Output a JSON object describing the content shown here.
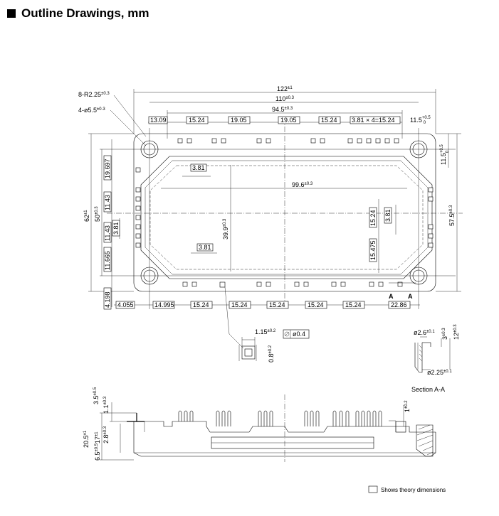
{
  "title": "Outline Drawings,  mm",
  "legend": "Shows theory dimensions",
  "section_label": "Section A-A",
  "section_marks": [
    "A",
    "A"
  ],
  "top_dims": {
    "overall": {
      "v": "122",
      "t": "±1"
    },
    "hole_span": {
      "v": "110",
      "t": "±0.3"
    },
    "pin_span": {
      "v": "94.5",
      "t": "±0.3"
    },
    "seg1": "13.09",
    "seg2": "15.24",
    "seg3": "19.05",
    "seg4": "19.05",
    "seg5": "15.24",
    "seg6": "3.81 × 4=15.24",
    "right_edge": {
      "v": "11.5",
      "t": "+0.5",
      "b": "0"
    },
    "radius": {
      "v": "8-R2.25",
      "t": "±0.3"
    },
    "holes": {
      "v": "4-ø5.5",
      "t": "±0.3"
    }
  },
  "left_dims": {
    "overall": {
      "v": "62",
      "t": "±1"
    },
    "hole_span": {
      "v": "50",
      "t": "±0.3"
    },
    "s1": "19.697",
    "s2": "11.43",
    "s3": "11.43",
    "s4": "3.81",
    "s5": "11.665",
    "s6": "4.198"
  },
  "inner_dims": {
    "a": "3.81",
    "b": "3.81",
    "width": {
      "v": "99.6",
      "t": "±0.3"
    },
    "height": {
      "v": "39.9",
      "t": "±0.3"
    },
    "r1": "15.24",
    "r2": "3.81",
    "r3": "15.475"
  },
  "right_dims": {
    "overall": {
      "v": "57.5",
      "t": "±0.3"
    },
    "top": {
      "v": "11.5",
      "t": "+0.5",
      "b": "0"
    }
  },
  "bottom_dims": [
    "4.055",
    "14.995",
    "15.24",
    "15.24",
    "15.24",
    "15.24",
    "15.24",
    "22.86"
  ],
  "pin_detail": {
    "width": {
      "v": "1.15",
      "t": "±0.2"
    },
    "tolerance": "ø0.4",
    "thickness": {
      "v": "0.8",
      "t": "±0.2"
    }
  },
  "section_dims": {
    "d1": {
      "v": "ø2.6",
      "t": "±0.1"
    },
    "d2": {
      "v": "3",
      "t": "±0.3"
    },
    "d3": {
      "v": "12",
      "t": "±0.3"
    },
    "d4": {
      "v": "ø2.25",
      "t": "±0.1"
    }
  },
  "side_dims": {
    "h1": {
      "v": "3.5",
      "t": "±0.5"
    },
    "h2": {
      "v": "1.1",
      "t": "±0.3"
    },
    "h3": {
      "v": "20.5",
      "t": "±1"
    },
    "h4": {
      "v": "17",
      "t": "±1"
    },
    "h5": {
      "v": "2.8",
      "t": "±0.3"
    },
    "h6": {
      "v": "6.5",
      "t": "±0.5"
    },
    "h7": {
      "v": "1",
      "t": "±0.2"
    }
  }
}
